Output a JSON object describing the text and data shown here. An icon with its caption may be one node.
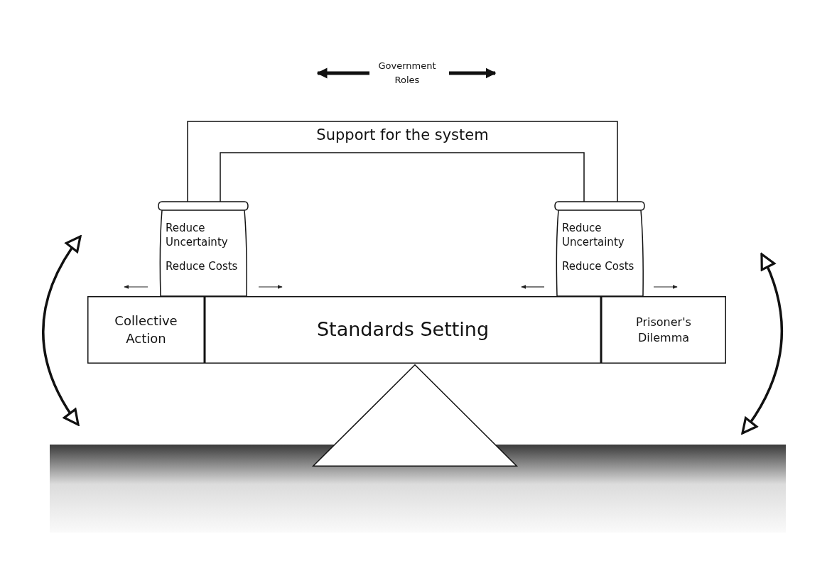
{
  "diagram": {
    "nodes": [
      {
        "text": [
          "Support for the system"
        ]
      },
      {
        "text": [
          "Reduce Uncertainty",
          "Reduce Costs"
        ]
      },
      {
        "text": [
          "Reduce Uncertainty",
          "Reduce Costs"
        ]
      },
      {
        "text": [
          "Collective Action"
        ]
      },
      {
        "text": [
          "Standards Setting"
        ]
      },
      {
        "text": [
          "Prisoner's Dilemma"
        ]
      },
      {
        "text": [],
        "shape": "triangle"
      }
    ],
    "labels": [
      "Government Roles"
    ]
  }
}
